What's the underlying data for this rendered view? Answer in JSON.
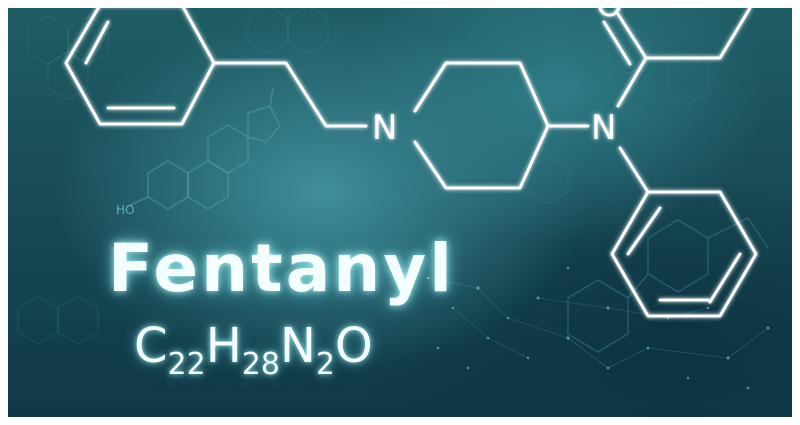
{
  "image": {
    "title": "Fentanyl",
    "formula": {
      "parts": [
        {
          "text": "C",
          "sub": "22"
        },
        {
          "text": "H",
          "sub": "28"
        },
        {
          "text": "N",
          "sub": "2"
        },
        {
          "text": "O",
          "sub": ""
        }
      ]
    },
    "structure_labels": {
      "nitrogen_left": "N",
      "nitrogen_right": "N",
      "oxygen": "O",
      "faint_ho": "HO"
    },
    "colors": {
      "line": "#ffffff",
      "glow": "#9ff4ff",
      "background_dark": "#103947",
      "background_light": "#3f8f9a"
    }
  }
}
